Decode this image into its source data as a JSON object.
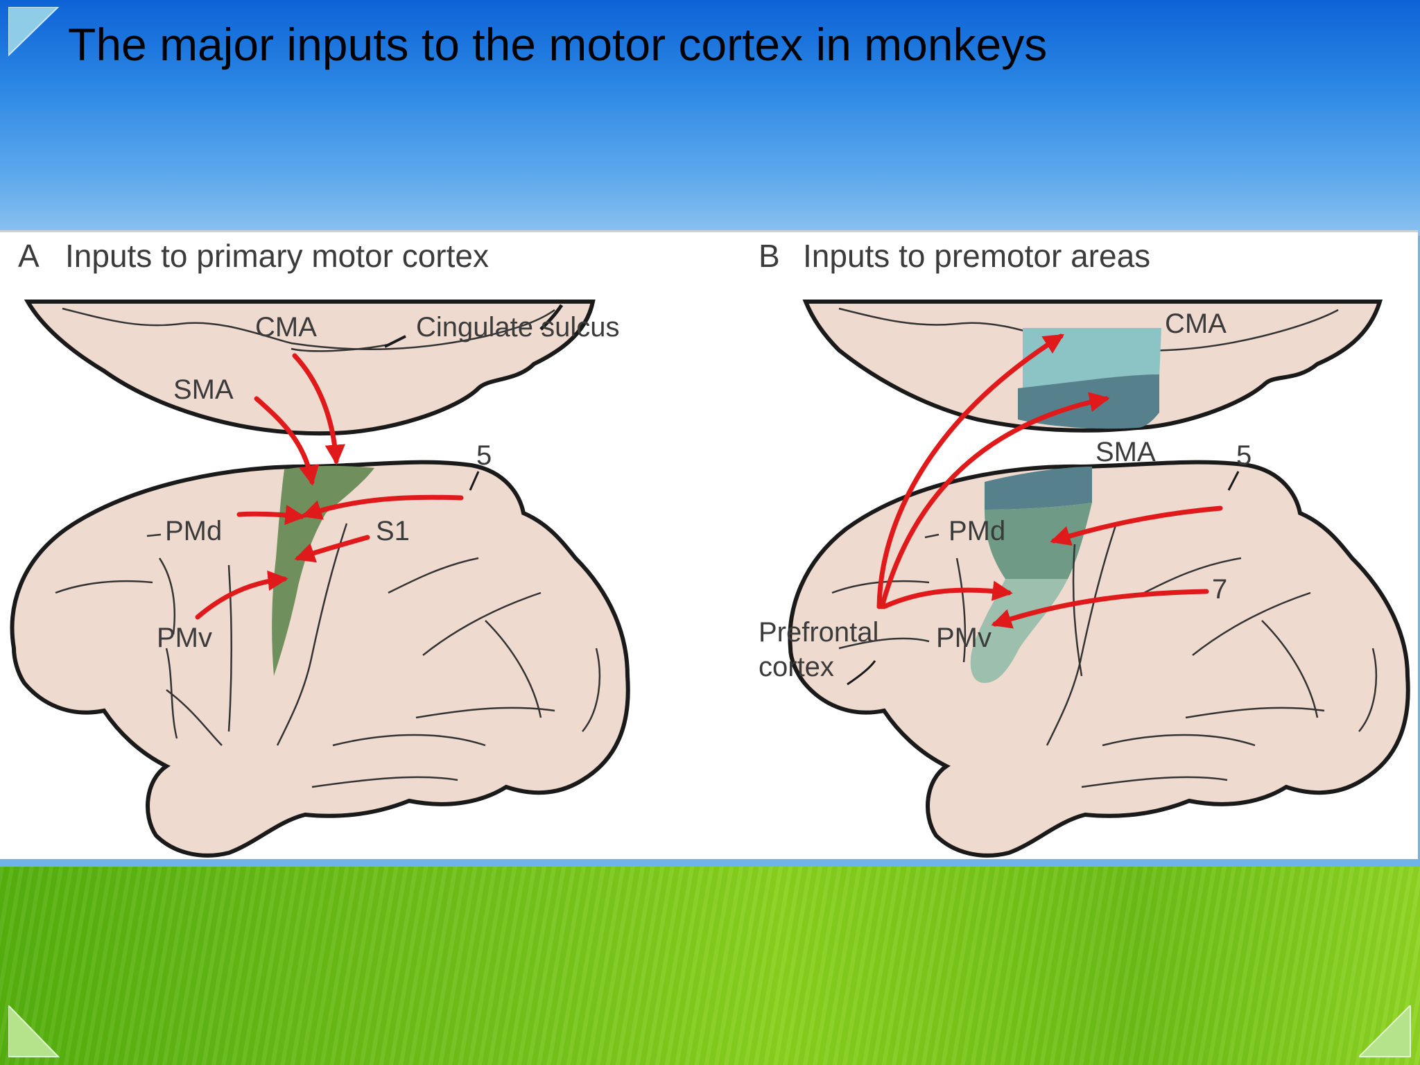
{
  "slide": {
    "title": "The major inputs to the motor cortex in monkeys"
  },
  "panel_a": {
    "letter": "A",
    "heading": "Inputs to primary motor cortex",
    "labels": {
      "cma": "CMA",
      "cingulate_sulcus": "Cingulate sulcus",
      "sma": "SMA",
      "area5": "5",
      "pmd": "PMd",
      "s1": "S1",
      "pmv": "PMv"
    }
  },
  "panel_b": {
    "letter": "B",
    "heading": "Inputs to premotor areas",
    "labels": {
      "cma": "CMA",
      "sma": "SMA",
      "area5": "5",
      "pmd": "PMd",
      "area7": "7",
      "prefrontal_line1": "Prefrontal",
      "prefrontal_line2": "cortex",
      "pmv": "PMv"
    }
  },
  "colors": {
    "brain_fill": "#efdad0",
    "motor_green": "#6f8f5c",
    "cma_teal": "#8cc4c6",
    "sma_dark": "#57808d",
    "pm_light": "#9cbfae",
    "arrow_red": "#e0191b"
  }
}
